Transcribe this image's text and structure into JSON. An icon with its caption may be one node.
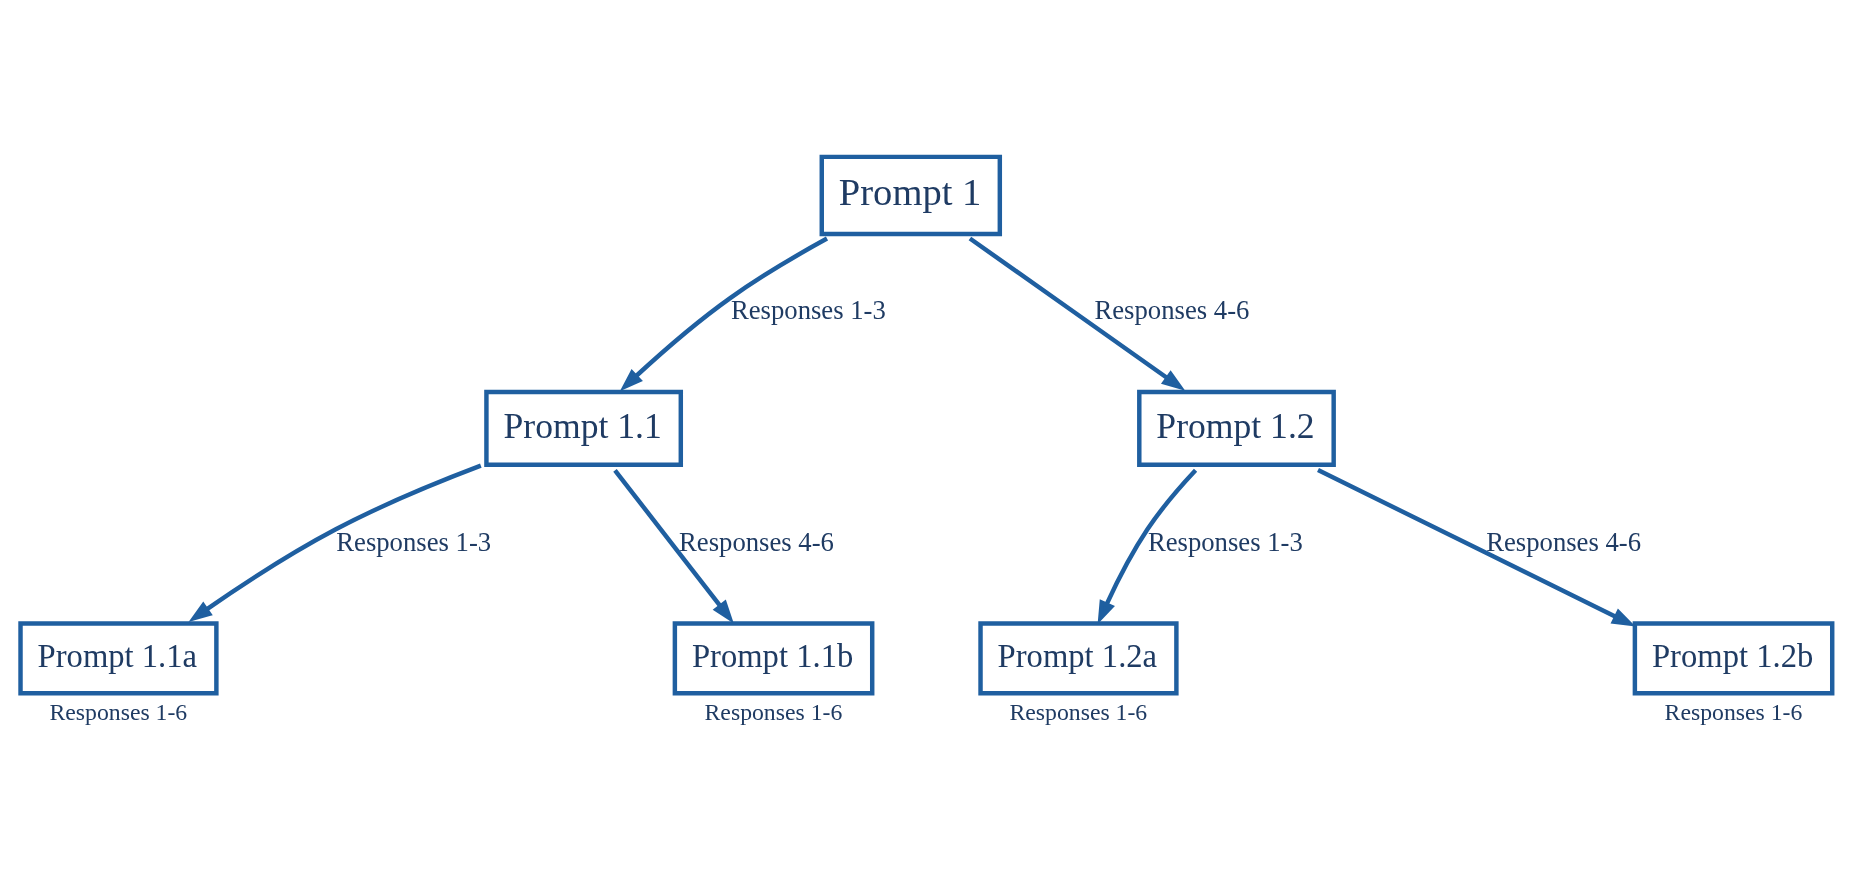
{
  "diagram": {
    "nodes": [
      {
        "text": [
          "Prompt 1"
        ]
      },
      {
        "text": [
          "Prompt 1.1"
        ]
      },
      {
        "text": [
          "Prompt 1.2"
        ]
      },
      {
        "text": [
          "Prompt 1.1a"
        ],
        "beside": [
          "Responses 1-6"
        ]
      },
      {
        "text": [
          "Prompt 1.1b"
        ],
        "beside": [
          "Responses 1-6"
        ]
      },
      {
        "text": [
          "Prompt 1.2a"
        ],
        "beside": [
          "Responses 1-6"
        ]
      },
      {
        "text": [
          "Prompt 1.2b"
        ],
        "beside": [
          "Responses 1-6"
        ]
      }
    ],
    "edges": [
      {
        "from": 0,
        "to": 1,
        "arrow": "to",
        "label": "Responses 1-3"
      },
      {
        "from": 0,
        "to": 2,
        "arrow": "to",
        "label": "Responses 4-6"
      },
      {
        "from": 1,
        "to": 3,
        "arrow": "to",
        "label": "Responses 1-3"
      },
      {
        "from": 1,
        "to": 4,
        "arrow": "to",
        "label": "Responses 4-6"
      },
      {
        "from": 2,
        "to": 5,
        "arrow": "to",
        "label": "Responses 1-3"
      },
      {
        "from": 2,
        "to": 6,
        "arrow": "to",
        "label": "Responses 4-6"
      }
    ]
  }
}
